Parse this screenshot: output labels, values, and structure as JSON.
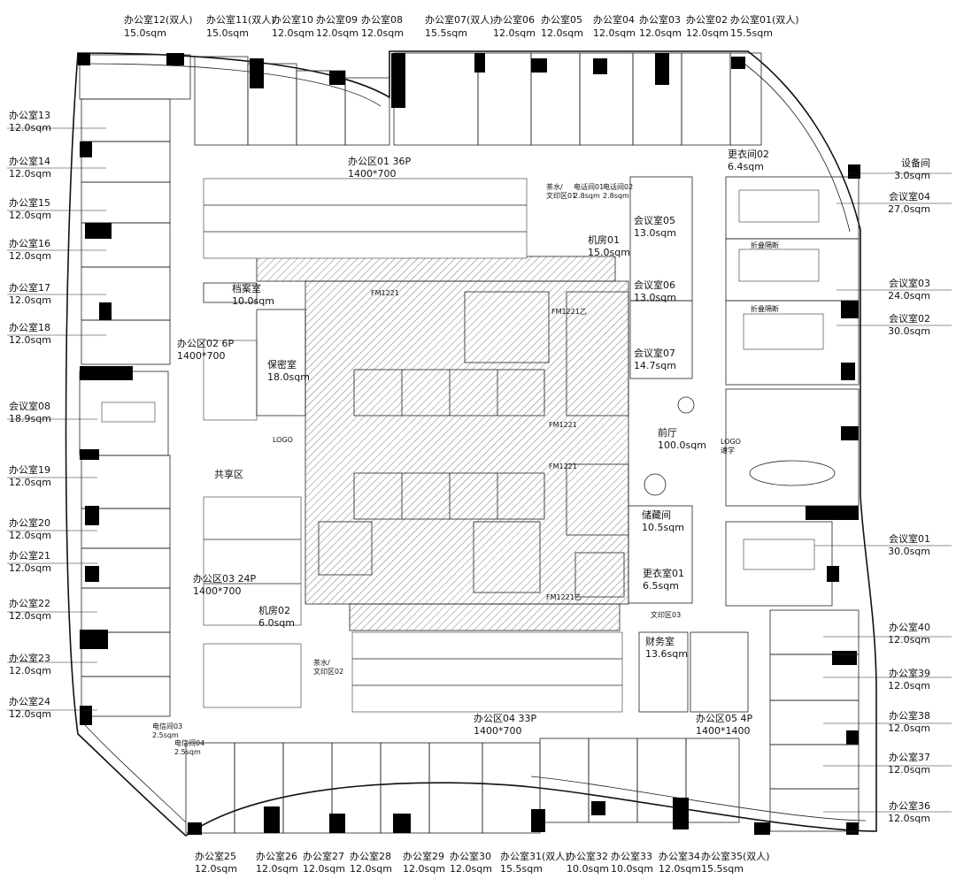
{
  "plan": {
    "edge_labels": {
      "top": [
        {
          "name": "办公室12(双人)",
          "area": "15.0sqm"
        },
        {
          "name": "办公室11(双人)",
          "area": "15.0sqm"
        },
        {
          "name": "办公室10",
          "area": "12.0sqm"
        },
        {
          "name": "办公室09",
          "area": "12.0sqm"
        },
        {
          "name": "办公室08",
          "area": "12.0sqm"
        },
        {
          "name": "办公室07(双人)",
          "area": "15.5sqm"
        },
        {
          "name": "办公室06",
          "area": "12.0sqm"
        },
        {
          "name": "办公室05",
          "area": "12.0sqm"
        },
        {
          "name": "办公室04",
          "area": "12.0sqm"
        },
        {
          "name": "办公室03",
          "area": "12.0sqm"
        },
        {
          "name": "办公室02",
          "area": "12.0sqm"
        },
        {
          "name": "办公室01(双人)",
          "area": "15.5sqm"
        }
      ],
      "left": [
        {
          "name": "办公室13",
          "area": "12.0sqm"
        },
        {
          "name": "办公室14",
          "area": "12.0sqm"
        },
        {
          "name": "办公室15",
          "area": "12.0sqm"
        },
        {
          "name": "办公室16",
          "area": "12.0sqm"
        },
        {
          "name": "办公室17",
          "area": "12.0sqm"
        },
        {
          "name": "办公室18",
          "area": "12.0sqm"
        },
        {
          "name": "会议室08",
          "area": "18.9sqm"
        },
        {
          "name": "办公室19",
          "area": "12.0sqm"
        },
        {
          "name": "办公室20",
          "area": "12.0sqm"
        },
        {
          "name": "办公室21",
          "area": "12.0sqm"
        },
        {
          "name": "办公室22",
          "area": "12.0sqm"
        },
        {
          "name": "办公室23",
          "area": "12.0sqm"
        },
        {
          "name": "办公室24",
          "area": "12.0sqm"
        }
      ],
      "right": [
        {
          "name": "设备间",
          "area": "3.0sqm"
        },
        {
          "name": "会议室04",
          "area": "27.0sqm"
        },
        {
          "name": "会议室03",
          "area": "24.0sqm"
        },
        {
          "name": "会议室02",
          "area": "30.0sqm"
        },
        {
          "name": "会议室01",
          "area": "30.0sqm"
        },
        {
          "name": "办公室40",
          "area": "12.0sqm"
        },
        {
          "name": "办公室39",
          "area": "12.0sqm"
        },
        {
          "name": "办公室38",
          "area": "12.0sqm"
        },
        {
          "name": "办公室37",
          "area": "12.0sqm"
        },
        {
          "name": "办公室36",
          "area": "12.0sqm"
        }
      ],
      "bottom": [
        {
          "name": "办公室25",
          "area": "12.0sqm"
        },
        {
          "name": "办公室26",
          "area": "12.0sqm"
        },
        {
          "name": "办公室27",
          "area": "12.0sqm"
        },
        {
          "name": "办公室28",
          "area": "12.0sqm"
        },
        {
          "name": "办公室29",
          "area": "12.0sqm"
        },
        {
          "name": "办公室30",
          "area": "12.0sqm"
        },
        {
          "name": "办公室31(双人)",
          "area": "15.5sqm"
        },
        {
          "name": "办公室32",
          "area": "10.0sqm"
        },
        {
          "name": "办公室33",
          "area": "10.0sqm"
        },
        {
          "name": "办公室34",
          "area": "12.0sqm"
        },
        {
          "name": "办公室35(双人)",
          "area": "15.5sqm"
        }
      ]
    },
    "inner_labels": [
      {
        "id": "zone01",
        "lines": [
          "办公区01 36P",
          "1400*700"
        ]
      },
      {
        "id": "tea01",
        "lines": [
          "茶水/",
          "文印区01"
        ]
      },
      {
        "id": "elec-a",
        "lines": [
          "电话间01",
          "2.8sqm"
        ]
      },
      {
        "id": "elec-b",
        "lines": [
          "电话间02",
          "2.8sqm"
        ]
      },
      {
        "id": "locker02",
        "lines": [
          "更衣间02",
          "6.4sqm"
        ]
      },
      {
        "id": "mtg05",
        "lines": [
          "会议室05",
          "13.0sqm"
        ]
      },
      {
        "id": "server01",
        "lines": [
          "机房01",
          "15.0sqm"
        ]
      },
      {
        "id": "mtg06",
        "lines": [
          "会议室06",
          "13.0sqm"
        ]
      },
      {
        "id": "mtg07",
        "lines": [
          "会议室07",
          "14.7sqm"
        ]
      },
      {
        "id": "archive",
        "lines": [
          "档案室",
          "10.0sqm"
        ]
      },
      {
        "id": "zone02",
        "lines": [
          "办公区02 6P",
          "1400*700"
        ]
      },
      {
        "id": "secret",
        "lines": [
          "保密室",
          "18.0sqm"
        ]
      },
      {
        "id": "lobby",
        "lines": [
          "前厅",
          "100.0sqm"
        ]
      },
      {
        "id": "share",
        "lines": [
          "共享区"
        ]
      },
      {
        "id": "logo1",
        "lines": [
          "LOGO"
        ]
      },
      {
        "id": "logo2",
        "lines": [
          "LOGO",
          "速学"
        ]
      },
      {
        "id": "storage",
        "lines": [
          "储藏间",
          "10.5sqm"
        ]
      },
      {
        "id": "locker01",
        "lines": [
          "更衣室01",
          "6.5sqm"
        ]
      },
      {
        "id": "zone03",
        "lines": [
          "办公区03 24P",
          "1400*700"
        ]
      },
      {
        "id": "server02",
        "lines": [
          "机房02",
          "6.0sqm"
        ]
      },
      {
        "id": "tea02",
        "lines": [
          "茶水/",
          "文印区02"
        ]
      },
      {
        "id": "print03",
        "lines": [
          "文印区03"
        ]
      },
      {
        "id": "finance",
        "lines": [
          "财务室",
          "13.6sqm"
        ]
      },
      {
        "id": "zone04",
        "lines": [
          "办公区04 33P",
          "1400*700"
        ]
      },
      {
        "id": "zone05",
        "lines": [
          "办公区05 4P",
          "1400*1400"
        ]
      },
      {
        "id": "elec03",
        "lines": [
          "电信间03",
          "2.5sqm"
        ]
      },
      {
        "id": "elec04",
        "lines": [
          "电信间04",
          "2.5sqm"
        ]
      },
      {
        "id": "fm1",
        "lines": [
          "FM1221"
        ]
      },
      {
        "id": "fm2",
        "lines": [
          "FM1221乙"
        ]
      },
      {
        "id": "fm3",
        "lines": [
          "FM1221"
        ]
      },
      {
        "id": "fm4",
        "lines": [
          "FM1221"
        ]
      },
      {
        "id": "fm5",
        "lines": [
          "FM1221乙"
        ]
      },
      {
        "id": "fold1",
        "lines": [
          "折叠隔断"
        ]
      },
      {
        "id": "fold2",
        "lines": [
          "折叠隔断"
        ]
      }
    ]
  }
}
